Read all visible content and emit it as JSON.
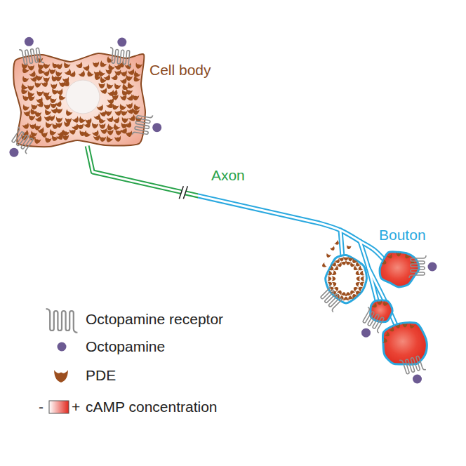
{
  "diagram": {
    "nodes": [
      {
        "text": [
          "Cell body"
        ]
      },
      {
        "text": [
          "Bouton"
        ]
      }
    ],
    "edges": [
      {
        "from": 0,
        "to": 1,
        "arrow": "none",
        "label": "Axon"
      }
    ],
    "labels": [
      "-",
      "+"
    ],
    "legend": [
      {
        "text": "Octopamine receptor"
      },
      {
        "text": "Octopamine",
        "color": "#6c5a92"
      },
      {
        "text": "PDE"
      },
      {
        "text": "cAMP concentration"
      }
    ]
  }
}
